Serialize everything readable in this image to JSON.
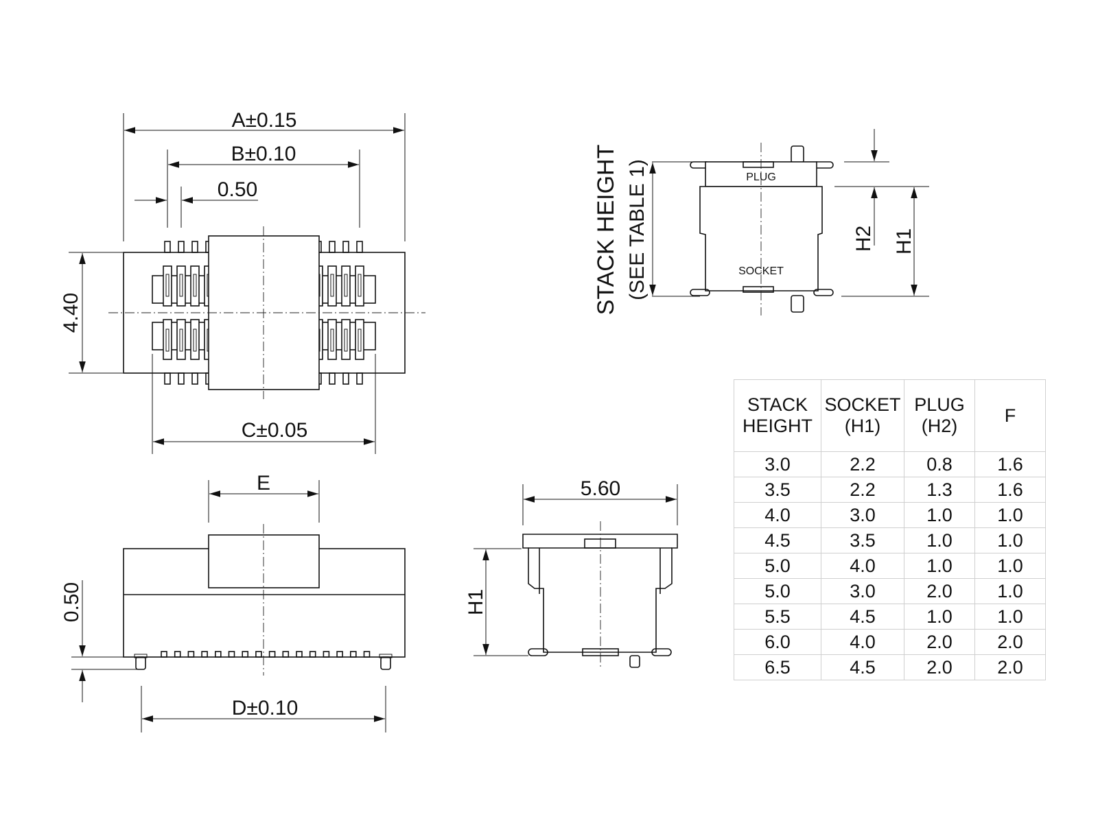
{
  "top_view": {
    "dim_a": "A±0.15",
    "dim_b": "B±0.10",
    "dim_pitch": "0.50",
    "dim_width": "4.40",
    "dim_c": "C±0.05"
  },
  "stack_view": {
    "title": "STACK HEIGHT",
    "subtitle": "(SEE TABLE 1)",
    "plug_label": "PLUG",
    "socket_label": "SOCKET",
    "dim_h2": "H2",
    "dim_h1": "H1"
  },
  "front_view": {
    "dim_e": "E",
    "dim_standoff": "0.50",
    "dim_d": "D±0.10"
  },
  "side_view": {
    "dim_depth": "5.60",
    "dim_h1": "H1"
  },
  "table": {
    "headers": [
      [
        "STACK",
        "HEIGHT"
      ],
      [
        "SOCKET",
        "(H1)"
      ],
      [
        "PLUG",
        "(H2)"
      ],
      [
        "F",
        ""
      ]
    ],
    "rows": [
      [
        "3.0",
        "2.2",
        "0.8",
        "1.6"
      ],
      [
        "3.5",
        "2.2",
        "1.3",
        "1.6"
      ],
      [
        "4.0",
        "3.0",
        "1.0",
        "1.0"
      ],
      [
        "4.5",
        "3.5",
        "1.0",
        "1.0"
      ],
      [
        "5.0",
        "4.0",
        "1.0",
        "1.0"
      ],
      [
        "5.0",
        "3.0",
        "2.0",
        "1.0"
      ],
      [
        "5.5",
        "4.5",
        "1.0",
        "1.0"
      ],
      [
        "6.0",
        "4.0",
        "2.0",
        "2.0"
      ],
      [
        "6.5",
        "4.5",
        "2.0",
        "2.0"
      ]
    ]
  }
}
